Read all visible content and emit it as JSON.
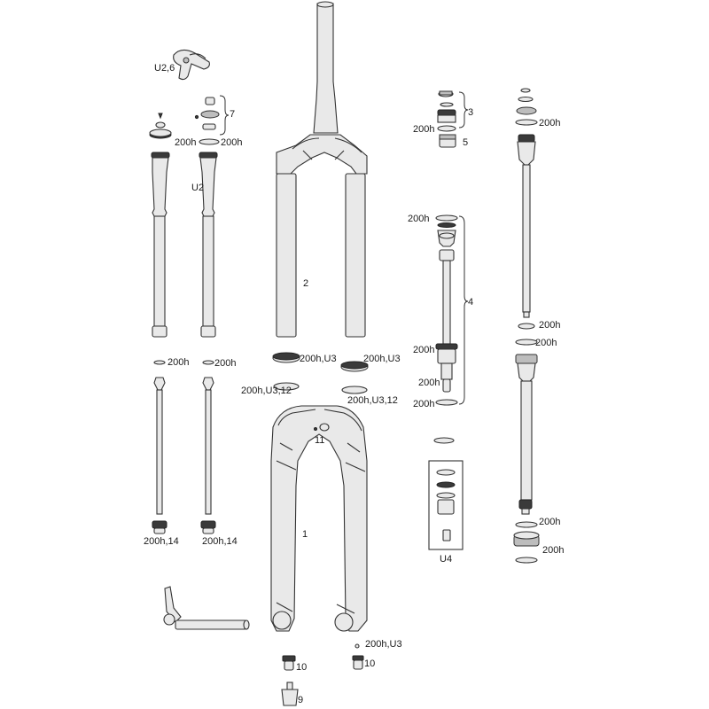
{
  "labels": {
    "u26": "U2,6",
    "seven": "7",
    "h_left_cap": "200h",
    "h_right_cap": "200h",
    "u2": "U2",
    "two": "2",
    "three": "3",
    "h_3": "200h",
    "five": "5",
    "h_rc_top": "200h",
    "four": "4",
    "h_damp_top": "200h",
    "h_damp_mid": "200h",
    "h_damp_low": "200h",
    "h_damp_bot": "200h",
    "h_rc_mid1": "200h",
    "h_rc_mid2": "200h",
    "h_rod_l": "200h",
    "h_rod_r": "200h",
    "seal_l": "200h,U3",
    "seal_r": "200h,U3",
    "ring_l": "200h,U3,12",
    "ring_r": "200h,U3,12",
    "eleven": "11",
    "one": "1",
    "u4": "U4",
    "h_rc_bot1": "200h",
    "h_rc_bot2": "200h",
    "foot_l": "200h,14",
    "foot_r": "200h,14",
    "dropout": "200h,U3",
    "ten_l": "10",
    "ten_r": "10",
    "nine": "9"
  }
}
